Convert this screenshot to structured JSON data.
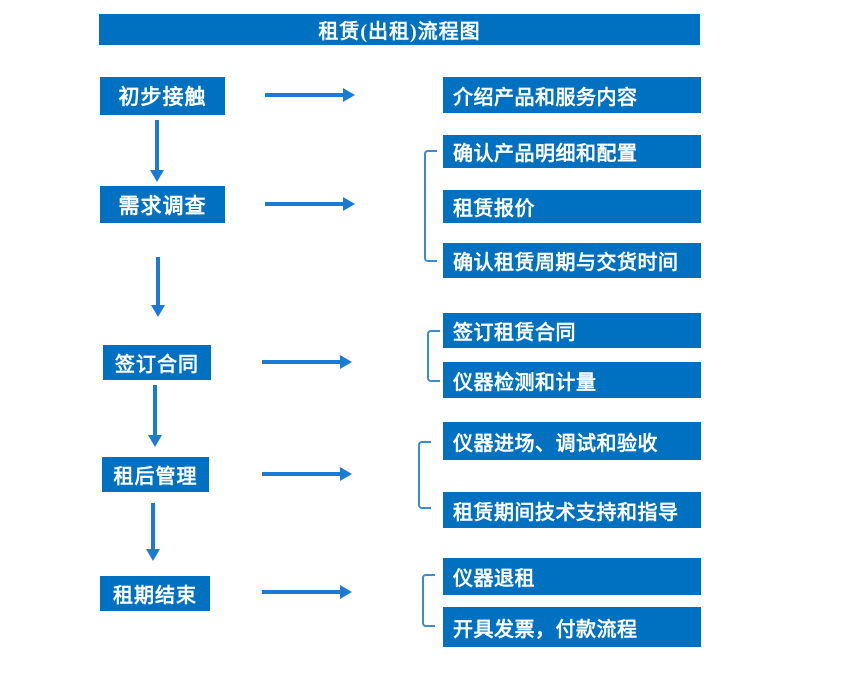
{
  "title": "租赁(出租)流程图",
  "colors": {
    "box_blue": "#0070C0",
    "arrow_blue": "#1B7BD2",
    "bracket_blue": "#3A8AD6",
    "text_white": "#FFFFFF"
  },
  "steps": [
    {
      "label": "初步接触",
      "details": [
        "介绍产品和服务内容"
      ]
    },
    {
      "label": "需求调查",
      "details": [
        "确认产品明细和配置",
        "租赁报价",
        "确认租赁周期与交货时间"
      ]
    },
    {
      "label": "签订合同",
      "details": [
        "签订租赁合同",
        "仪器检测和计量"
      ]
    },
    {
      "label": "租后管理",
      "details": [
        "仪器进场、调试和验收",
        "租赁期间技术支持和指导"
      ]
    },
    {
      "label": "租期结束",
      "details": [
        "仪器退租",
        "开具发票，付款流程"
      ]
    }
  ]
}
